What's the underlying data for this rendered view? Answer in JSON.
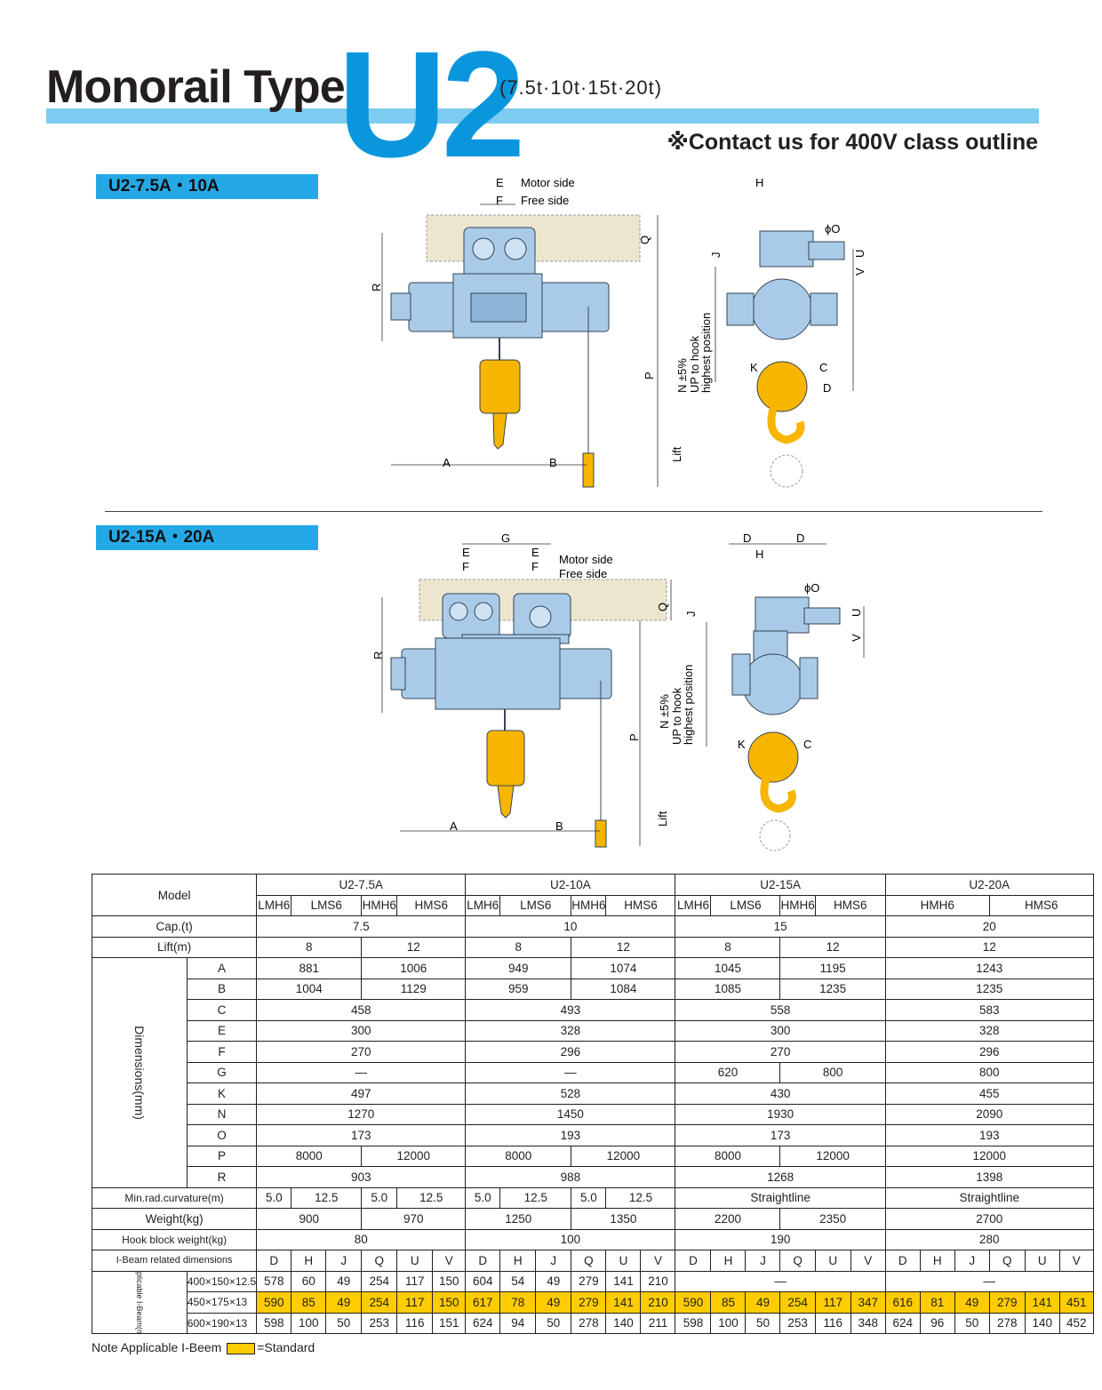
{
  "header": {
    "title": "Monorail Type",
    "model_series": "U2",
    "capacities": "(7.5t·10t·15t·20t)",
    "contact_note": "※Contact us for 400V class outline"
  },
  "sections": [
    {
      "tag": "U2-7.5A・10A",
      "labels": {
        "e": "E",
        "motor_side": "Motor side",
        "f": "F",
        "free_side": "Free side",
        "h": "H",
        "phi_o": "ϕO",
        "q": "Q",
        "j": "J",
        "u": "U",
        "v": "V",
        "r": "R",
        "p": "P",
        "n": "N ±5%",
        "up1": "UP to hook",
        "up2": "highest position",
        "k": "K",
        "c": "C",
        "d": "D",
        "a": "A",
        "b": "B",
        "lift": "Lift"
      }
    },
    {
      "tag": "U2-15A・20A",
      "labels": {
        "g": "G",
        "e": "E",
        "f": "F",
        "motor_side": "Motor side",
        "free_side": "Free side",
        "d": "D",
        "h": "H",
        "phi_o": "ϕO",
        "q": "Q",
        "j": "J",
        "u": "U",
        "v": "V",
        "r": "R",
        "p": "P",
        "n": "N ±5%",
        "up1": "UP to hook",
        "up2": "highest position",
        "k": "K",
        "c": "C",
        "a": "A",
        "b": "B",
        "lift": "Lift"
      }
    }
  ],
  "table": {
    "model_label": "Model",
    "groups": [
      "U2-7.5A",
      "U2-10A",
      "U2-15A",
      "U2-20A"
    ],
    "submodels": [
      "LMH6",
      "LMS6",
      "HMH6",
      "HMS6",
      "LMH6",
      "LMS6",
      "HMH6",
      "HMS6",
      "LMH6",
      "LMS6",
      "HMH6",
      "HMS6",
      "HMH6",
      "HMS6"
    ],
    "cap_label": "Cap.(t)",
    "cap": [
      "7.5",
      "10",
      "15",
      "20"
    ],
    "lift_label": "Lift(m)",
    "lift": [
      "8",
      "12",
      "8",
      "12",
      "8",
      "12",
      "12"
    ],
    "dim_label": "Dimensions(mm)",
    "dims": [
      {
        "k": "A",
        "v": [
          "881",
          "1006",
          "949",
          "1074",
          "1045",
          "1195",
          "1243"
        ]
      },
      {
        "k": "B",
        "v": [
          "1004",
          "1129",
          "959",
          "1084",
          "1085",
          "1235",
          "1235"
        ]
      },
      {
        "k": "C",
        "v": [
          "458",
          "493",
          "558",
          "583"
        ]
      },
      {
        "k": "E",
        "v": [
          "300",
          "328",
          "300",
          "328"
        ]
      },
      {
        "k": "F",
        "v": [
          "270",
          "296",
          "270",
          "296"
        ]
      },
      {
        "k": "G",
        "v": [
          "—",
          "—",
          "620",
          "800",
          "800"
        ]
      },
      {
        "k": "K",
        "v": [
          "497",
          "528",
          "430",
          "455"
        ]
      },
      {
        "k": "N",
        "v": [
          "1270",
          "1450",
          "1930",
          "2090"
        ]
      },
      {
        "k": "O",
        "v": [
          "173",
          "193",
          "173",
          "193"
        ]
      },
      {
        "k": "P",
        "v": [
          "8000",
          "12000",
          "8000",
          "12000",
          "8000",
          "12000",
          "12000"
        ]
      },
      {
        "k": "R",
        "v": [
          "903",
          "988",
          "1268",
          "1398"
        ]
      }
    ],
    "minrad_label": "Min.rad.curvature(m)",
    "minrad": [
      "5.0",
      "12.5",
      "5.0",
      "12.5",
      "5.0",
      "12.5",
      "5.0",
      "12.5",
      "Straightline",
      "Straightline"
    ],
    "weight_label": "Weight(kg)",
    "weight": [
      "900",
      "970",
      "1250",
      "1350",
      "2200",
      "2350",
      "2700"
    ],
    "hook_label": "Hook block weight(kg)",
    "hook": [
      "80",
      "100",
      "190",
      "280"
    ],
    "ibeam_label": "I-Beam related dimensions",
    "ibeam_cols": [
      "D",
      "H",
      "J",
      "Q",
      "U",
      "V"
    ],
    "applicable_label": "Applicable I-Beam(mm)",
    "beams": [
      {
        "size": "400×150×12.5",
        "v": [
          "578",
          "60",
          "49",
          "254",
          "117",
          "150",
          "604",
          "54",
          "49",
          "279",
          "141",
          "210"
        ],
        "rest": [
          "—",
          "—"
        ],
        "hl": false
      },
      {
        "size": "450×175×13",
        "v": [
          "590",
          "85",
          "49",
          "254",
          "117",
          "150",
          "617",
          "78",
          "49",
          "279",
          "141",
          "210",
          "590",
          "85",
          "49",
          "254",
          "117",
          "347",
          "616",
          "81",
          "49",
          "279",
          "141",
          "451"
        ],
        "hl": true
      },
      {
        "size": "600×190×13",
        "v": [
          "598",
          "100",
          "50",
          "253",
          "116",
          "151",
          "624",
          "94",
          "50",
          "278",
          "140",
          "211",
          "598",
          "100",
          "50",
          "253",
          "116",
          "348",
          "624",
          "96",
          "50",
          "278",
          "140",
          "452"
        ],
        "hl": false
      }
    ],
    "note_prefix": "Note Applicable I-Beem",
    "note_suffix": "=Standard"
  },
  "colors": {
    "accent": "#0a96dd",
    "bar": "#7dcbf0",
    "tag": "#25a9e6",
    "highlight": "#ffcc00",
    "hoist_body": "#a9cbe8",
    "hook": "#f7b500",
    "rail": "#ede6cf"
  }
}
